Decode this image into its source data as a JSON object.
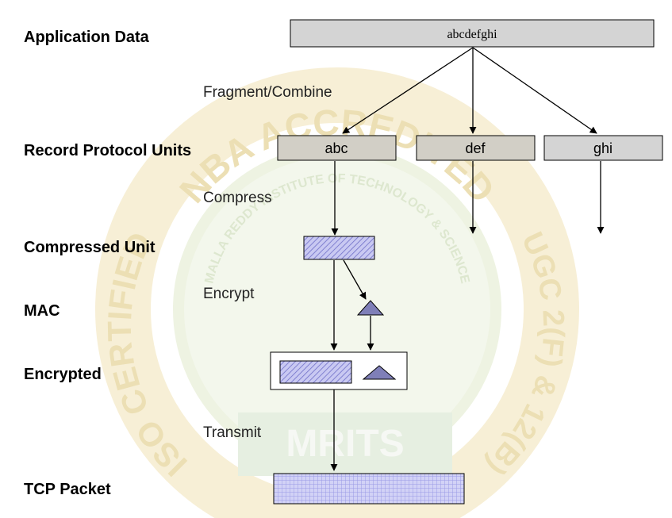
{
  "watermark": {
    "arc_top": "NBA ACCREDITED",
    "arc_left": "ISO CERTIFIED",
    "arc_right": "UGC 2(F) & 12(B)",
    "inner_arc": "MALLA REDDY INSTITUTE OF TECHNOLOGY & SCIENCE",
    "logo_text": "MRITS",
    "colors": {
      "ring": "#f3e6c0",
      "inner": "#e9f0dc",
      "text": "#efe2b5",
      "logo": "#d7e6d2"
    }
  },
  "rows": {
    "application_data": "Application Data",
    "record_protocol_units": "Record Protocol Units",
    "compressed_unit": "Compressed Unit",
    "mac": "MAC",
    "encrypted": "Encrypted",
    "tcp_packet": "TCP Packet"
  },
  "steps": {
    "fragment": "Fragment/Combine",
    "compress": "Compress",
    "encrypt": "Encrypt",
    "transmit": "Transmit"
  },
  "data_box": "abcdefghi",
  "fragments": [
    "abc",
    "def",
    "ghi"
  ],
  "colors": {
    "data_box": "#d4d4d4",
    "fragment_box": "#d2cfc6",
    "hatch": "#a7a7ea",
    "mac_triangle": "#7f7fb8",
    "tcp_grid": "#b8b8ee"
  }
}
